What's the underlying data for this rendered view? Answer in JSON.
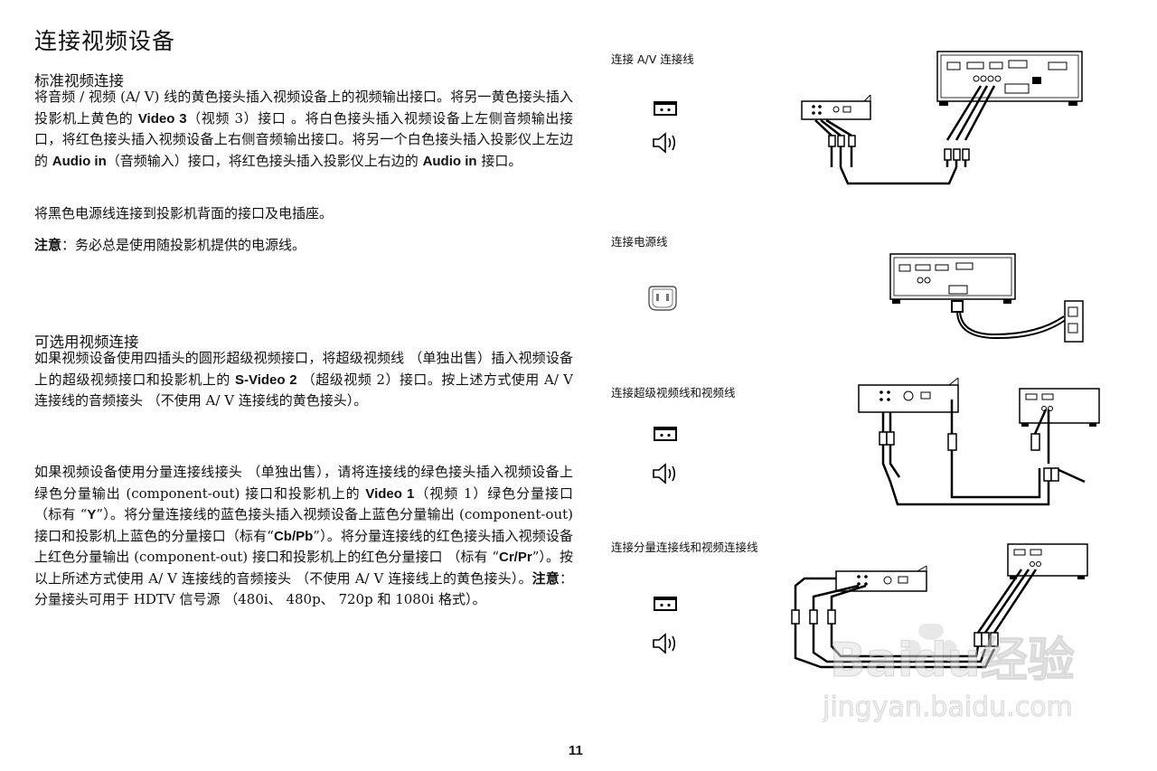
{
  "page": {
    "title": "连接视频设备",
    "number": "11"
  },
  "sections": {
    "standard": {
      "heading": "标准视频连接",
      "p1": [
        {
          "t": "将音频 /  视频 (A/ V) 线的黄色接头插入视频设备上的视频输出接口。将另一黄色接头插入投影机上黄色的 "
        },
        {
          "b": "Video 3"
        },
        {
          "t": "（视频 3）接口 。将白色接头插入视频设备上左侧音频输出接口，将红色接头插入视频设备上右侧音频输出接口。将另一个白色接头插入投影仪上左边的 "
        },
        {
          "b": "Audio in"
        },
        {
          "t": "（音频输入）接口，将红色接头插入投影仪上右边的 "
        },
        {
          "b": "Audio in"
        },
        {
          "t": " 接口。"
        }
      ],
      "p2": "将黑色电源线连接到投影机背面的接口及电插座。",
      "note_label": "注意",
      "note_text": "：务必总是使用随投影机提供的电源线。"
    },
    "optional": {
      "heading": "可选用视频连接",
      "p1": [
        {
          "t": "如果视频设备使用四插头的圆形超级视频接口，将超级视频线 （单独出售）插入视频设备上的超级视频接口和投影机上的 "
        },
        {
          "b": "S-Video 2"
        },
        {
          "t": " （超级视频 2）接口。按上述方式使用 A/ V 连接线的音频接头 （不使用 A/ V 连接线的黄色接头）。"
        }
      ],
      "p2": [
        {
          "t": "如果视频设备使用分量连接线接头 （单独出售），请将连接线的绿色接头插入视频设备上绿色分量输出 (component-out) 接口和投影机上的 "
        },
        {
          "b": "Video 1"
        },
        {
          "t": "（视频 1）绿色分量接口 （标有 “"
        },
        {
          "b": "Y"
        },
        {
          "t": "”）。将分量连接线的蓝色接头插入视频设备上蓝色分量输出 (component-out) 接口和投影机上蓝色的分量接口（标有“"
        },
        {
          "b": "Cb/Pb"
        },
        {
          "t": "”）。将分量连接线的红色接头插入视频设备上红色分量输出 (component-out) 接口和投影机上的红色分量接口 （标有 “"
        },
        {
          "b": "Cr/Pr"
        },
        {
          "t": "”）。按以上所述方式使用 A/ V 连接线的音频接头 （不使用 A/ V 连接线上的黄色接头）。"
        },
        {
          "b": "注意"
        },
        {
          "t": "：分量接头可用于 HDTV 信号源 （480i、 480p、 720p 和 1080i 格式）。"
        }
      ]
    }
  },
  "diagrams": {
    "av": {
      "label": "连接 A/V 连接线",
      "icons": [
        "video-port-icon",
        "speaker-icon"
      ]
    },
    "power": {
      "label": "连接电源线",
      "icons": [
        "power-socket-icon"
      ]
    },
    "svideo": {
      "label": "连接超级视频线和视频线",
      "icons": [
        "video-port-icon",
        "speaker-icon"
      ]
    },
    "component": {
      "label": "连接分量连接线和视频连接线",
      "icons": [
        "video-port-icon",
        "speaker-icon"
      ]
    }
  },
  "watermark": {
    "brand": "Baidu经验",
    "url": "jingyan.baidu.com"
  }
}
